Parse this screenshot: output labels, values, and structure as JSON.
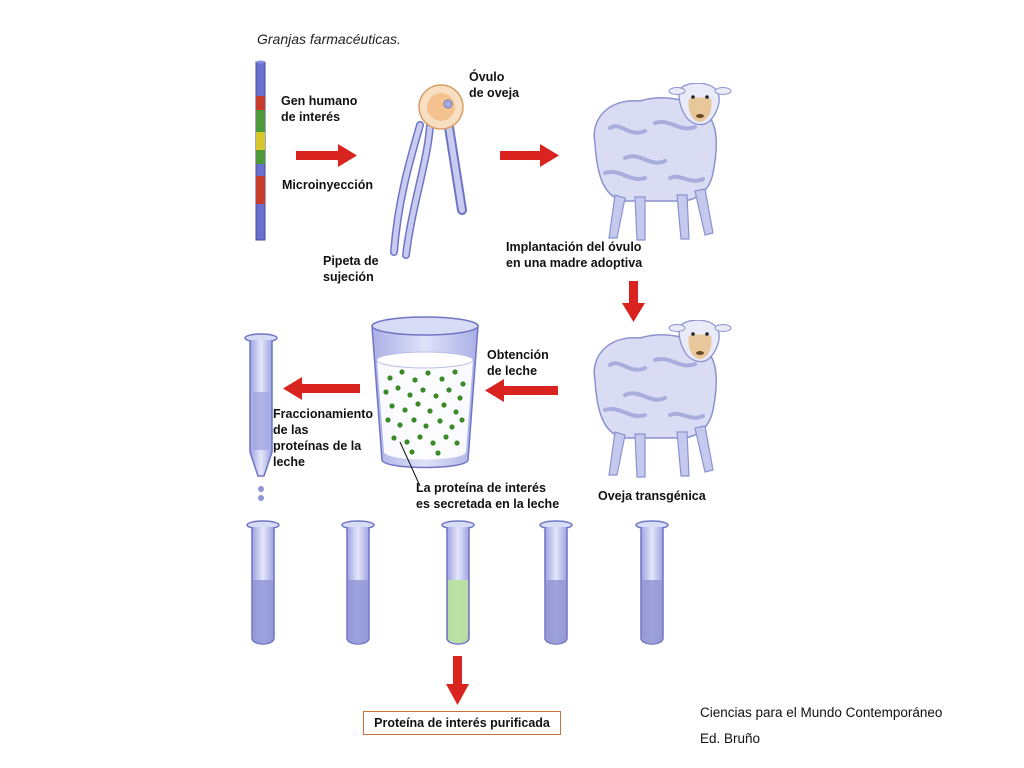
{
  "title": "Granjas farmacéuticas.",
  "labels": {
    "gen_humano": "Gen humano\nde interés",
    "ovulo": "Óvulo\nde oveja",
    "microinyeccion": "Microinyección",
    "pipeta": "Pipeta de\nsujeción",
    "implantacion": "Implantación del óvulo\nen una madre adoptiva",
    "obtencion": "Obtención\nde leche",
    "fraccionamiento": "Fraccionamiento\nde las\nproteínas de la\nleche",
    "proteina_secretada": "La proteína de interés\nes secretada en la leche",
    "oveja_transgenica": "Oveja transgénica"
  },
  "result": "Proteína de interés purificada",
  "credits": {
    "line1": "Ciencias para el Mundo Contemporáneo",
    "line2": "Ed. Bruño"
  },
  "colors": {
    "arrow": "#d8231f",
    "tube": "#b9bde8",
    "tube_stroke": "#6f75c4",
    "liquid_blue": "#8f95d6",
    "liquid_green": "#b8e0a0",
    "milk_dot": "#3a8a2a",
    "sheep": "#d9dcf3",
    "sheep_shade": "#a8adde",
    "egg": "#f4c28f",
    "result_border": "#c8733a"
  },
  "icons": [
    "dna-bar-icon",
    "pipette-icon",
    "egg-icon",
    "sheep-icon",
    "milk-glass-icon",
    "test-tube-icon"
  ]
}
